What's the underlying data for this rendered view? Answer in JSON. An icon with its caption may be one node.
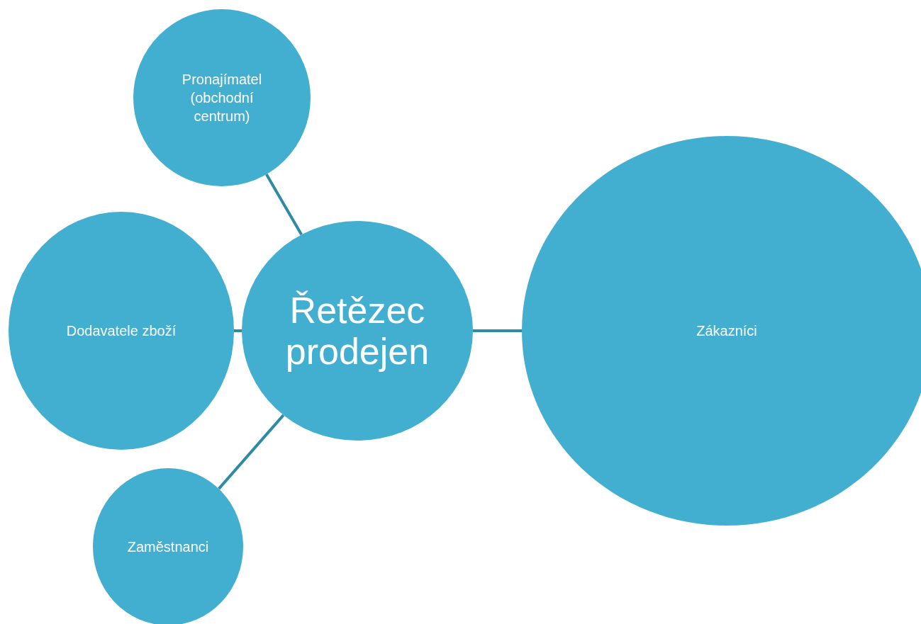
{
  "diagram": {
    "nodes": [
      {
        "text": [
          "Řetězec prodejen"
        ]
      },
      {
        "text": [
          "Pronajímatel (obchodní centrum)"
        ]
      },
      {
        "text": [
          "Dodavatele zboží"
        ]
      },
      {
        "text": [
          "Zákazníci"
        ]
      },
      {
        "text": [
          "Zaměstnanci"
        ]
      }
    ],
    "edges": [
      {
        "from": 0,
        "to": 1,
        "arrow": "none"
      },
      {
        "from": 0,
        "to": 2,
        "arrow": "none"
      },
      {
        "from": 0,
        "to": 3,
        "arrow": "none"
      },
      {
        "from": 0,
        "to": 4,
        "arrow": "none"
      }
    ]
  }
}
